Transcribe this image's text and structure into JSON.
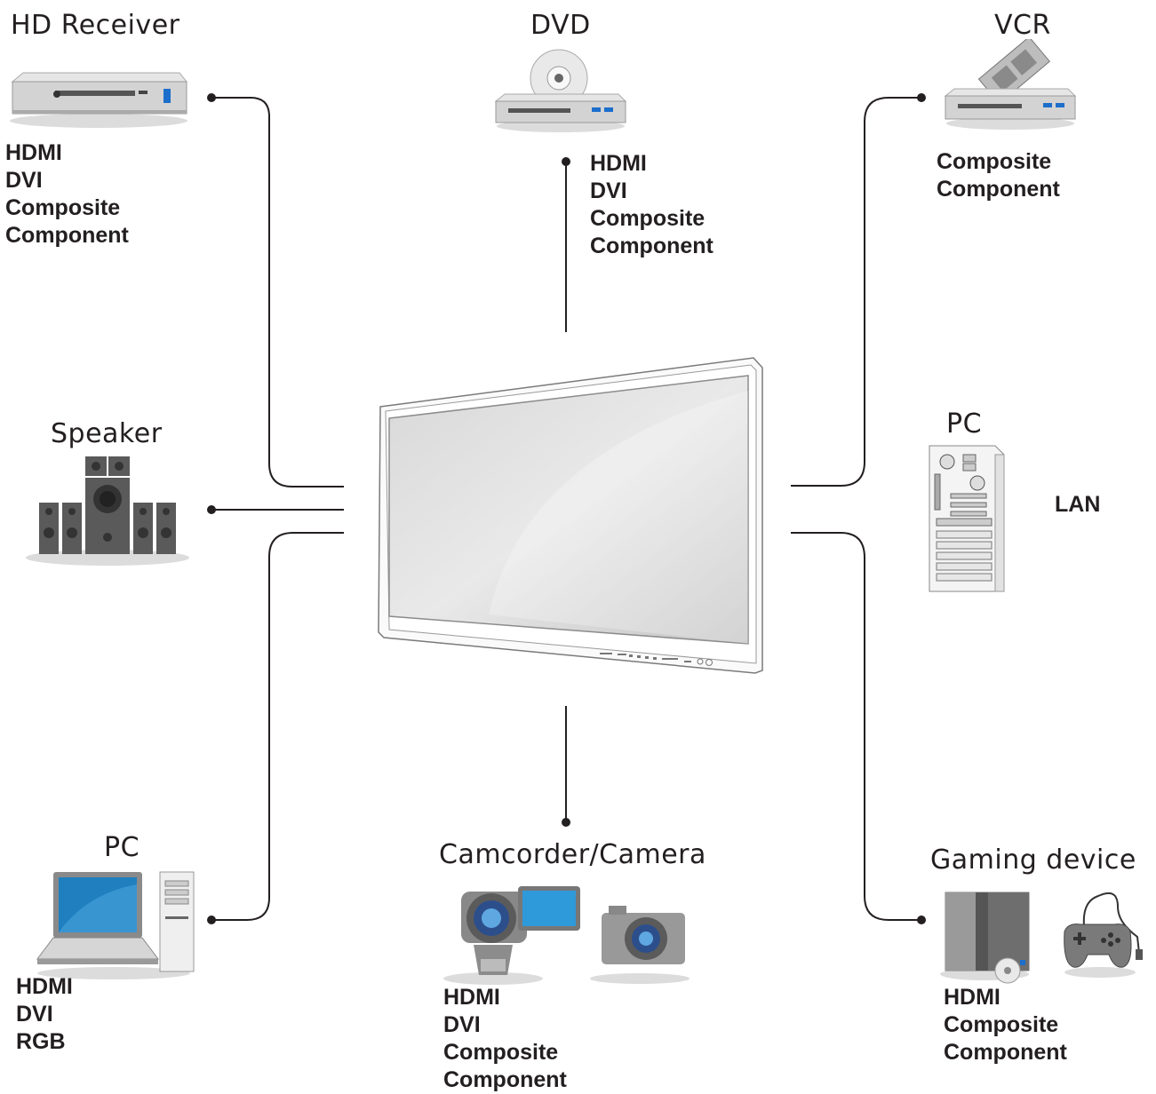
{
  "devices": {
    "hd_receiver": {
      "title": "HD Receiver",
      "ports": [
        "HDMI",
        "DVI",
        "Composite",
        "Component"
      ]
    },
    "dvd": {
      "title": "DVD",
      "ports": [
        "HDMI",
        "DVI",
        "Composite",
        "Component"
      ]
    },
    "vcr": {
      "title": "VCR",
      "ports": [
        "Composite",
        "Component"
      ]
    },
    "speaker": {
      "title": "Speaker"
    },
    "pc_right": {
      "title": "PC",
      "ports": [
        "LAN"
      ]
    },
    "pc_left": {
      "title": "PC",
      "ports": [
        "HDMI",
        "DVI",
        "RGB"
      ]
    },
    "camera": {
      "title": "Camcorder/Camera",
      "ports": [
        "HDMI",
        "DVI",
        "Composite",
        "Component"
      ]
    },
    "gaming": {
      "title": "Gaming device",
      "ports": [
        "HDMI",
        "Composite",
        "Component"
      ]
    }
  }
}
